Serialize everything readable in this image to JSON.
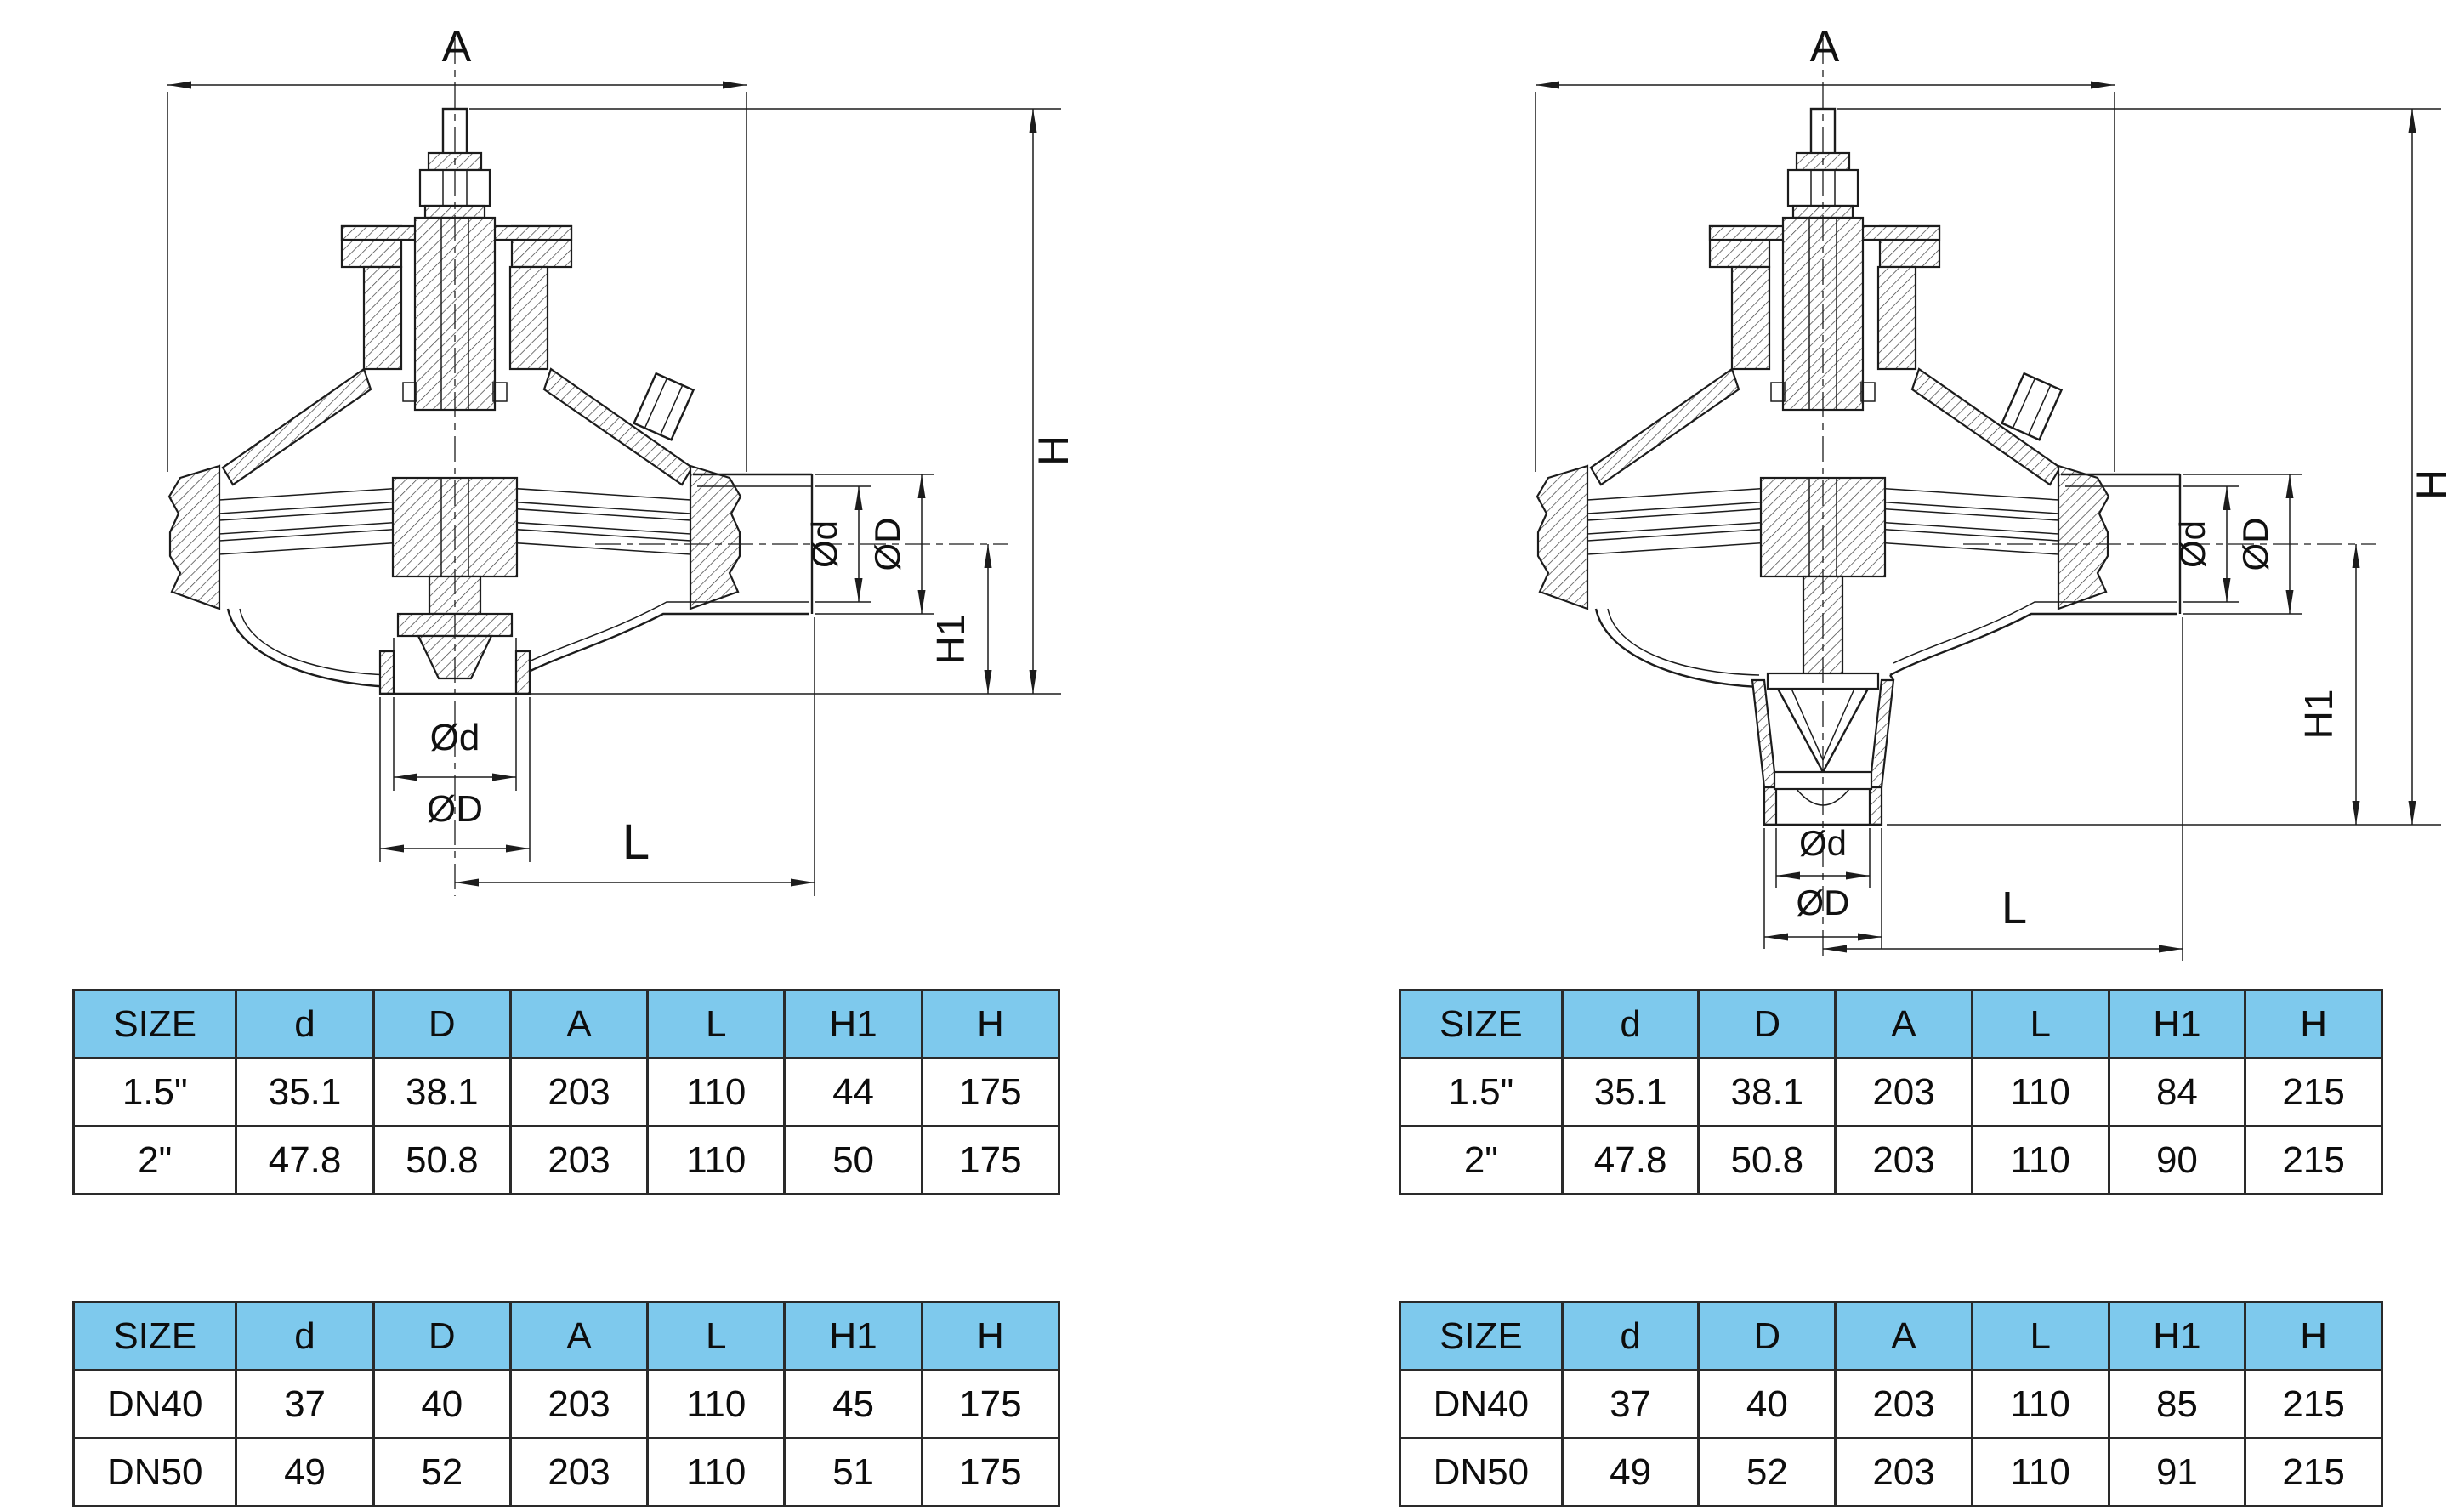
{
  "colors": {
    "table_header_bg": "#7ec9ed",
    "line_color": "#1c1c1c"
  },
  "drawings": {
    "left": {
      "dims": {
        "A": "A",
        "H": "H",
        "H1": "H1",
        "L": "L",
        "side_d": "Ød",
        "side_D": "ØD",
        "bottom_d": "Ød",
        "bottom_D": "ØD"
      }
    },
    "right": {
      "dims": {
        "A": "A",
        "H": "H",
        "H1": "H1",
        "L": "L",
        "side_d": "Ød",
        "side_D": "ØD",
        "bottom_d": "Ød",
        "bottom_D": "ØD"
      }
    }
  },
  "tables": {
    "left_inch": {
      "headers": [
        "SIZE",
        "d",
        "D",
        "A",
        "L",
        "H1",
        "H"
      ],
      "rows": [
        [
          "1.5\"",
          "35.1",
          "38.1",
          "203",
          "110",
          "44",
          "175"
        ],
        [
          "2\"",
          "47.8",
          "50.8",
          "203",
          "110",
          "50",
          "175"
        ]
      ]
    },
    "left_dn": {
      "headers": [
        "SIZE",
        "d",
        "D",
        "A",
        "L",
        "H1",
        "H"
      ],
      "rows": [
        [
          "DN40",
          "37",
          "40",
          "203",
          "110",
          "45",
          "175"
        ],
        [
          "DN50",
          "49",
          "52",
          "203",
          "110",
          "51",
          "175"
        ]
      ]
    },
    "right_inch": {
      "headers": [
        "SIZE",
        "d",
        "D",
        "A",
        "L",
        "H1",
        "H"
      ],
      "rows": [
        [
          "1.5\"",
          "35.1",
          "38.1",
          "203",
          "110",
          "84",
          "215"
        ],
        [
          "2\"",
          "47.8",
          "50.8",
          "203",
          "110",
          "90",
          "215"
        ]
      ]
    },
    "right_dn": {
      "headers": [
        "SIZE",
        "d",
        "D",
        "A",
        "L",
        "H1",
        "H"
      ],
      "rows": [
        [
          "DN40",
          "37",
          "40",
          "203",
          "110",
          "85",
          "215"
        ],
        [
          "DN50",
          "49",
          "52",
          "203",
          "110",
          "91",
          "215"
        ]
      ]
    }
  }
}
